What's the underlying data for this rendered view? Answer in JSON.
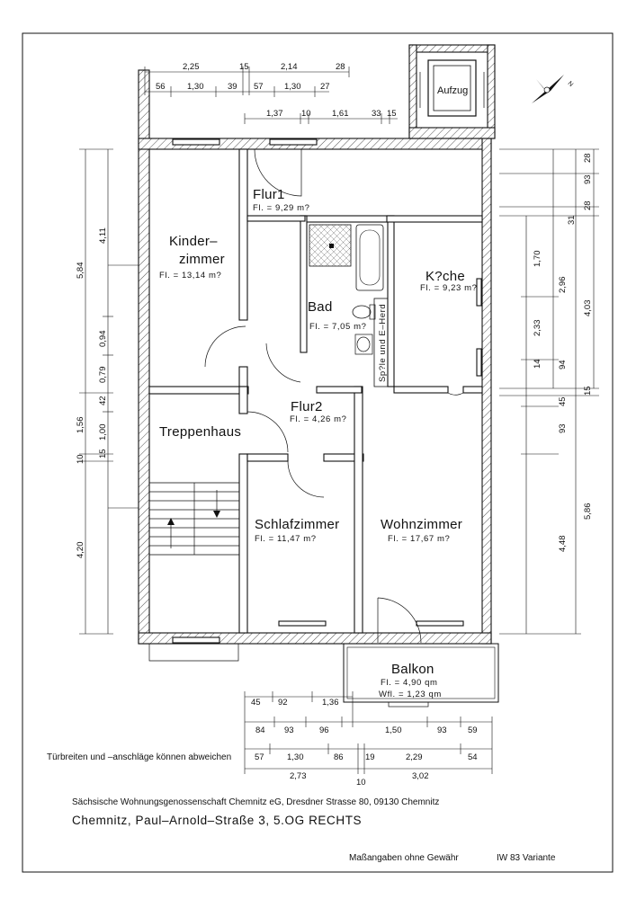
{
  "rooms": {
    "kinderzimmer_l1": "Kinder–",
    "kinderzimmer_l2": "zimmer",
    "kinderzimmer_area": "Fl.  =  13,14 m?",
    "flur1": "Flur1",
    "flur1_area": "Fl.  =  9,29 m?",
    "kueche": "K?che",
    "kueche_area": "Fl.  =  9,23 m?",
    "bad": "Bad",
    "bad_area": "Fl.  =  7,05 m?",
    "spuele": "Sp?le und E–Herd",
    "flur2": "Flur2",
    "flur2_area": "Fl.  =  4,26 m?",
    "treppenhaus": "Treppenhaus",
    "schlafzimmer": "Schlafzimmer",
    "schlafzimmer_area": "Fl.  =  11,47 m?",
    "wohnzimmer": "Wohnzimmer",
    "wohnzimmer_area": "Fl.  =  17,67 m?",
    "balkon": "Balkon",
    "balkon_area1": "Fl.  =  4,90 qm",
    "balkon_area2": "Wfl.  =  1,23 qm",
    "aufzug": "Aufzug"
  },
  "dims_top": {
    "r1a": "2,25",
    "r1b": "15",
    "r1c": "2,14",
    "r1d": "28",
    "r2a": "56",
    "r2b": "1,30",
    "r2c": "39",
    "r2d": "57",
    "r2e": "1,30",
    "r2f": "27",
    "r3a": "1,37",
    "r3b": "10",
    "r3c": "1,61",
    "r3d": "33",
    "r3e": "15"
  },
  "dims_left": {
    "outer_top": "5,84",
    "outer_mid": "1,56",
    "outer_10": "10",
    "outer_bot": "4,20",
    "inner_a": "4,11",
    "inner_b": "0,94",
    "inner_c": "0,79",
    "inner_d": "42",
    "inner_e": "1,00",
    "inner_f": "15"
  },
  "dims_right": {
    "a28": "28",
    "a93": "93",
    "a31": "31",
    "a28b": "28",
    "b170": "1,70",
    "b233": "2,33",
    "b14": "14",
    "b94": "94",
    "b45": "45",
    "b93": "93",
    "b448": "4,48",
    "c296": "2,96",
    "c15": "15",
    "d403": "4,03",
    "d586": "5,86"
  },
  "dims_bottom": {
    "r1a": "45",
    "r1b": "92",
    "r1c": "1,36",
    "r2a": "84",
    "r2b": "93",
    "r2c": "96",
    "r2d": "1,50",
    "r2e": "93",
    "r2f": "59",
    "r3a": "57",
    "r3b": "1,30",
    "r3c": "86",
    "r3d": "19",
    "r3e": "2,29",
    "r3f": "54",
    "r4a": "2,73",
    "r4b": "10",
    "r4c": "3,02"
  },
  "footer": {
    "note": "Türbreiten und –anschläge können abweichen",
    "company": "Sächsische Wohnungsgenossenschaft Chemnitz eG, Dresdner Strasse 80, 09130 Chemnitz",
    "address": "Chemnitz,  Paul–Arnold–Straße 3,  5.OG RECHTS",
    "disclaimer": "Maßangaben ohne Gewähr",
    "variant": "IW 83 Variante"
  },
  "compass": {
    "label": "N"
  }
}
